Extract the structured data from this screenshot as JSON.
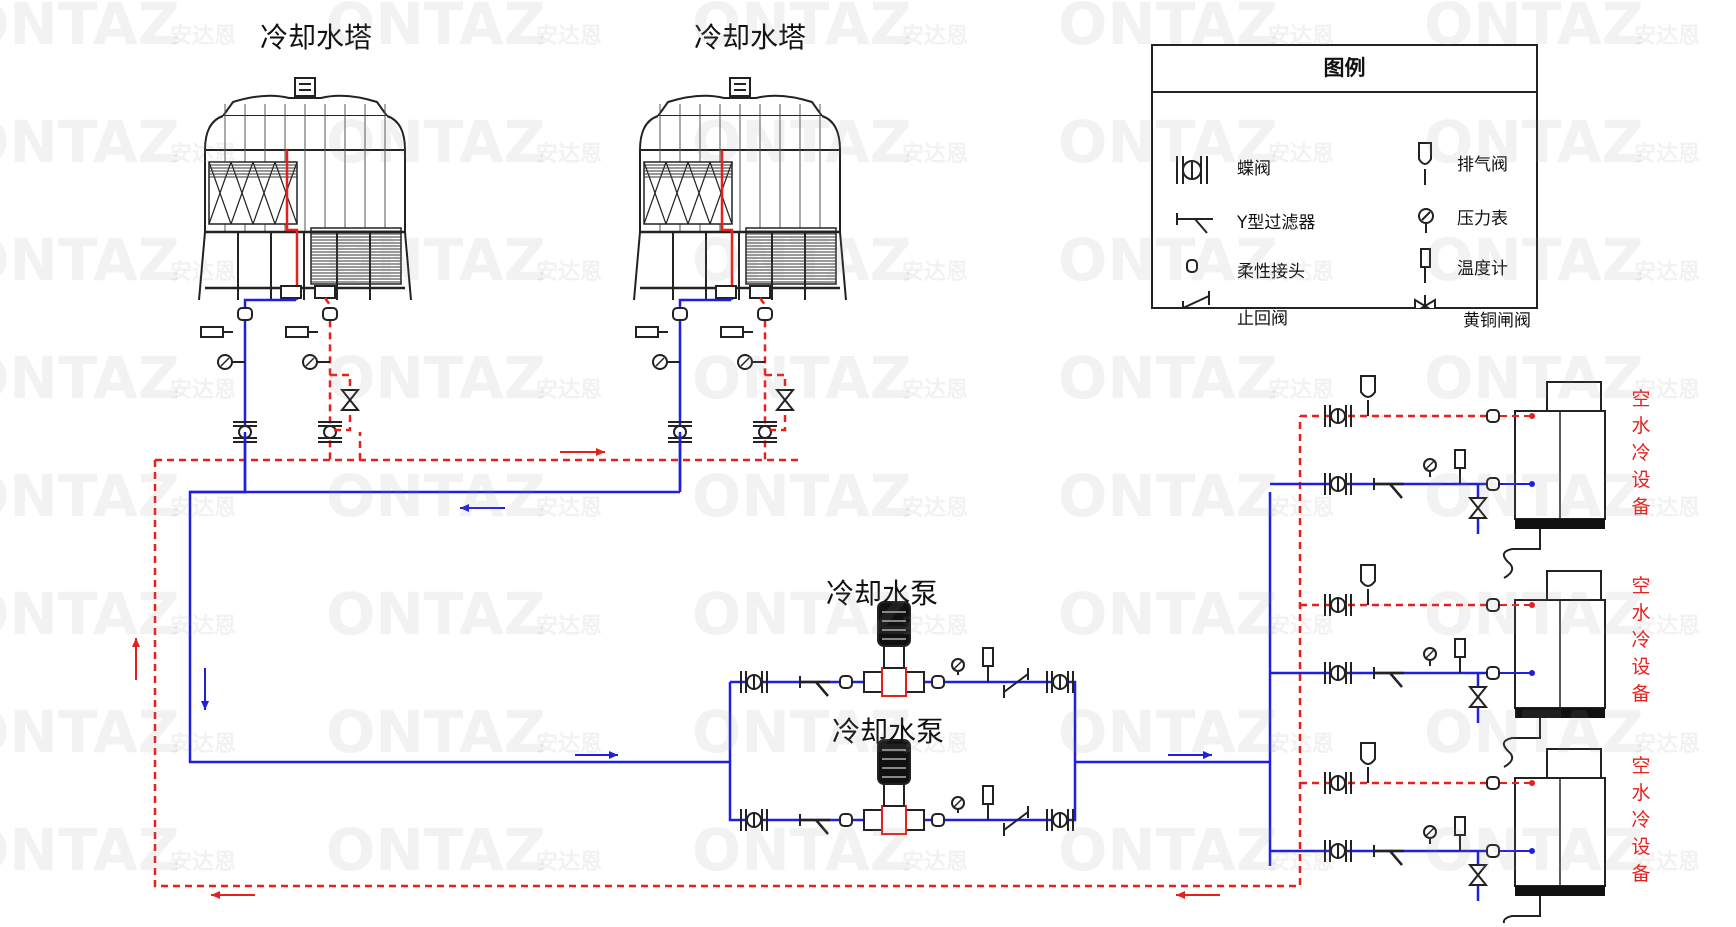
{
  "titles": {
    "tower_left": "冷却水塔",
    "tower_right": "冷却水塔",
    "pump_top": "冷却水泵",
    "pump_bottom": "冷却水泵"
  },
  "equipment_labels": [
    "空水冷设备",
    "空水冷设备",
    "空水冷设备"
  ],
  "legend": {
    "title": "图例",
    "items": [
      {
        "label": "蝶阀",
        "symbol": "butterfly-valve-icon"
      },
      {
        "label": "排气阀",
        "symbol": "air-vent-valve-icon"
      },
      {
        "label": "Y型过滤器",
        "symbol": "y-strainer-icon"
      },
      {
        "label": "压力表",
        "symbol": "pressure-gauge-icon"
      },
      {
        "label": "柔性接头",
        "symbol": "flexible-joint-icon"
      },
      {
        "label": "温度计",
        "symbol": "thermometer-icon"
      },
      {
        "label": "止回阀",
        "symbol": "check-valve-icon"
      },
      {
        "label": "黄铜闸阀",
        "symbol": "brass-gate-valve-icon"
      }
    ]
  },
  "watermark": {
    "brand": "ONTAZ",
    "brand_cn": "安达恩"
  },
  "colors": {
    "supply_line": "#1f1fe0",
    "return_line": "#e8201c",
    "outline": "#222222",
    "background": "#ffffff"
  }
}
